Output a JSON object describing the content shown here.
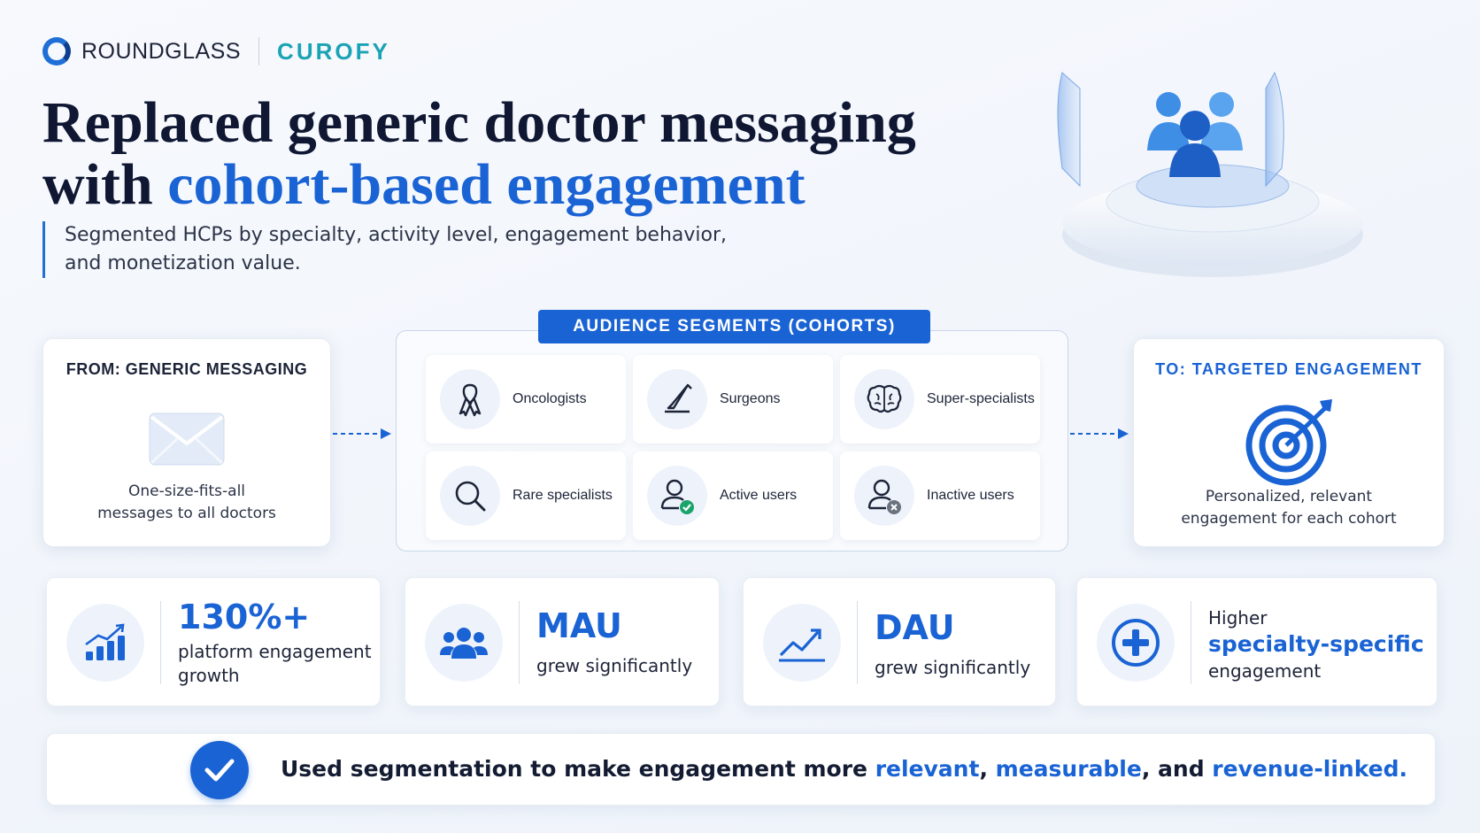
{
  "brand": {
    "primary": "ROUNDGLASS",
    "secondary": "CUROFY"
  },
  "headline": {
    "line1": "Replaced generic doctor messaging",
    "line2_plain": "with ",
    "line2_highlight": "cohort-based engagement"
  },
  "subline": {
    "text1": "Segmented HCPs by specialty, activity level, engagement behavior,",
    "text2": "and monetization value."
  },
  "from_card": {
    "heading": "FROM: GENERIC MESSAGING",
    "line1": "One-size-fits-all",
    "line2": "messages to all doctors",
    "icon": "envelope-icon"
  },
  "segments": {
    "title": "AUDIENCE SEGMENTS (COHORTS)",
    "items": [
      {
        "label": "Oncologists",
        "icon": "ribbon-icon"
      },
      {
        "label": "Surgeons",
        "icon": "scalpel-icon"
      },
      {
        "label": "Super-specialists",
        "icon": "brain-icon"
      },
      {
        "label": "Rare specialists",
        "icon": "magnifier-icon"
      },
      {
        "label": "Active users",
        "icon": "user-check-icon"
      },
      {
        "label": "Inactive users",
        "icon": "user-x-icon"
      }
    ]
  },
  "to_card": {
    "heading": "TO: TARGETED ENGAGEMENT",
    "line1": "Personalized, relevant",
    "line2": "engagement for each cohort",
    "icon": "target-icon"
  },
  "metrics": [
    {
      "big": "130%+",
      "line1": "platform engagement",
      "line2": "growth",
      "icon": "bar-chart-icon"
    },
    {
      "big": "MAU",
      "line1": "grew significantly",
      "icon": "group-icon"
    },
    {
      "big": "DAU",
      "line1": "grew significantly",
      "icon": "trend-up-icon"
    },
    {
      "pre": "Higher",
      "highlight": "specialty-specific",
      "post": "engagement",
      "icon": "medical-plus-icon"
    }
  ],
  "banner": {
    "prefix": "Used segmentation to make engagement more ",
    "w1": "relevant",
    "sep1": ", ",
    "w2": "measurable",
    "sep2": ", and ",
    "w3": "revenue-linked."
  },
  "colors": {
    "accent": "#1a63d4",
    "brand_teal": "#1aa3b5",
    "text_dark": "#141c33"
  }
}
